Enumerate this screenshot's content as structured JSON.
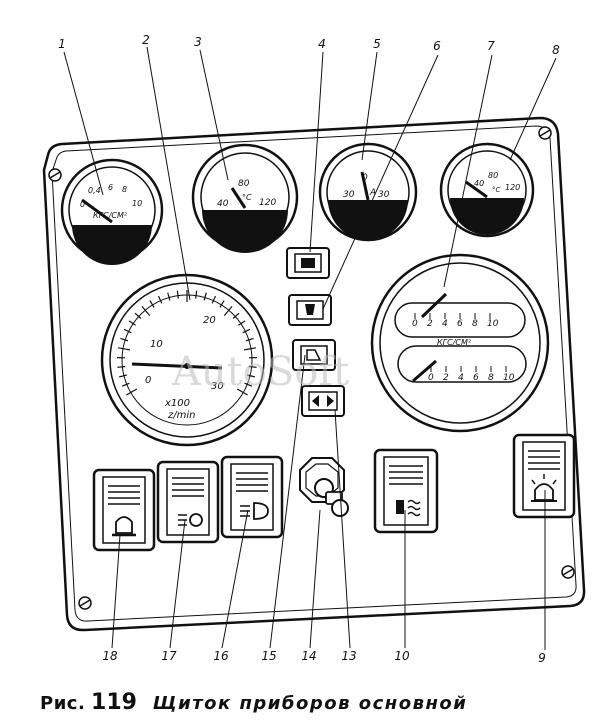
{
  "figure": {
    "caption_prefix": "Рис.",
    "caption_number": "119",
    "caption_title": "Щиток приборов основной"
  },
  "callouts": [
    "1",
    "2",
    "3",
    "4",
    "5",
    "6",
    "7",
    "8",
    "9",
    "10",
    "13",
    "14",
    "15",
    "16",
    "17",
    "18"
  ],
  "gauges": {
    "oil_pressure": {
      "scale": [
        "0",
        "0,4",
        "6",
        "8",
        "10"
      ],
      "unit": "КГС/СМ²"
    },
    "water_temp": {
      "scale": [
        "40",
        "80",
        "120"
      ],
      "unit": "°С"
    },
    "ammeter": {
      "scale": [
        "30",
        "0",
        "A",
        "30"
      ]
    },
    "oil_temp": {
      "scale": [
        "40",
        "80",
        "120"
      ],
      "unit": "°С"
    },
    "tachometer": {
      "scale": [
        "0",
        "10",
        "20",
        "30"
      ],
      "unit_line1": "x100",
      "unit_line2": "z/min"
    },
    "dual_pressure": {
      "scale_top": [
        "0",
        "2",
        "4",
        "6",
        "8",
        "10"
      ],
      "scale_bottom": [
        "0",
        "2",
        "4",
        "6",
        "8",
        "10"
      ],
      "unit": "КГС/СМ²"
    }
  },
  "watermark": "AutoSoft"
}
